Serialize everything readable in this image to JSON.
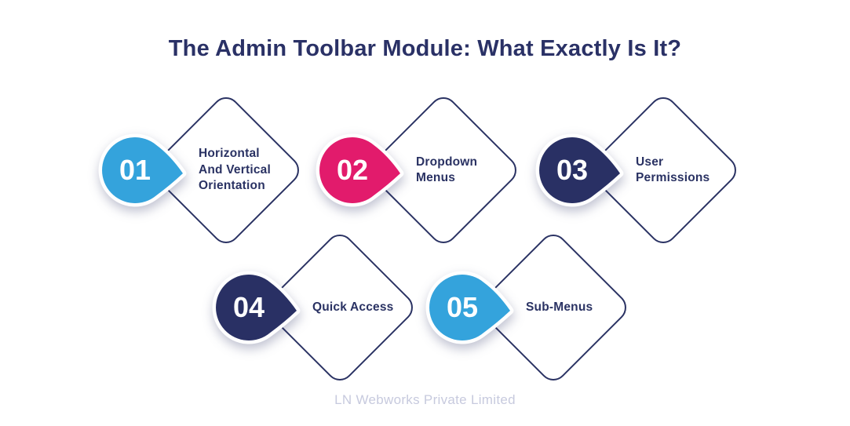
{
  "title": "The Admin Toolbar Module: What Exactly Is It?",
  "footer": "LN Webworks Private Limited",
  "palette": {
    "navy_text": "#2A3166",
    "diamond_border": "#2A3263",
    "badge_light_blue": "#34A3DC",
    "badge_pink": "#E21B6C",
    "badge_dark_navy": "#293064",
    "footer_gray": "#C7CADE",
    "background": "#FFFFFF"
  },
  "items": [
    {
      "number": "01",
      "label": "Horizontal\nAnd Vertical\nOrientation",
      "color": "#34A3DC"
    },
    {
      "number": "02",
      "label": "Dropdown\nMenus",
      "color": "#E21B6C"
    },
    {
      "number": "03",
      "label": "User\nPermissions",
      "color": "#293064"
    },
    {
      "number": "04",
      "label": "Quick Access",
      "color": "#293064"
    },
    {
      "number": "05",
      "label": "Sub-Menus",
      "color": "#34A3DC"
    }
  ]
}
